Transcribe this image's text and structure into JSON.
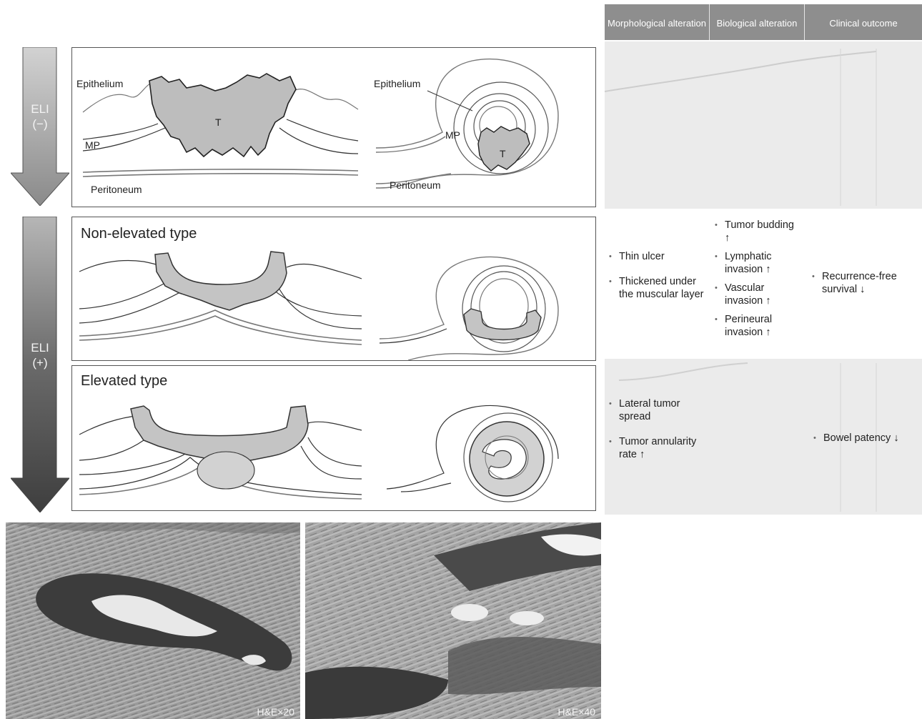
{
  "arrows": {
    "eli_minus": "ELI\n(−)",
    "eli_plus": "ELI\n(+)"
  },
  "panel_top": {
    "left_labels": {
      "epithelium": "Epithelium",
      "mp": "MP",
      "tumor": "T",
      "peritoneum": "Peritoneum"
    },
    "right_labels": {
      "epithelium": "Epithelium",
      "mp": "MP",
      "tumor": "T",
      "peritoneum": "Peritoneum"
    }
  },
  "panel_mid": {
    "title": "Non-elevated type"
  },
  "panel_bottom": {
    "title": "Elevated type"
  },
  "table": {
    "headers": [
      "Morphological alteration",
      "Biological alteration",
      "Clinical outcome"
    ],
    "non_elevated": {
      "morphological": [
        "Thin ulcer",
        "Thickened under the muscular layer"
      ],
      "biological": [
        "Tumor budding ↑",
        "Lymphatic invasion ↑",
        "Vascular invasion ↑",
        "Perineural invasion ↑"
      ],
      "clinical": [
        "Recurrence-free survival ↓"
      ]
    },
    "elevated": {
      "morphological": [
        "Lateral tumor spread",
        "Tumor annularity rate ↑"
      ],
      "clinical": [
        "Bowel patency ↓"
      ]
    }
  },
  "photos": [
    {
      "caption": "H&E×20"
    },
    {
      "caption": "H&E×40"
    }
  ]
}
